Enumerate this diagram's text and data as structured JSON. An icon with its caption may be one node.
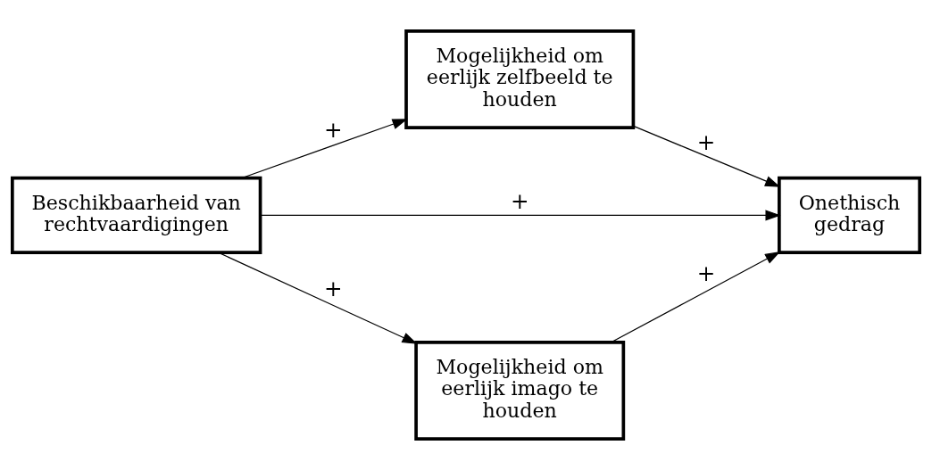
{
  "diagram": {
    "nodes": [
      {
        "text": [
          "Beschikbaarheid van rechtvaardigingen"
        ]
      },
      {
        "text": [
          "Mogelijkheid om eerlijk zelfbeeld te houden"
        ]
      },
      {
        "text": [
          "Onethisch gedrag"
        ]
      },
      {
        "text": [
          "Mogelijkheid om eerlijk imago te houden"
        ]
      }
    ],
    "edges": [
      {
        "from": 0,
        "to": 1,
        "arrow": "to",
        "label": "+"
      },
      {
        "from": 0,
        "to": 2,
        "arrow": "to",
        "label": "+"
      },
      {
        "from": 0,
        "to": 3,
        "arrow": "to",
        "label": "+"
      },
      {
        "from": 1,
        "to": 2,
        "arrow": "to",
        "label": "+"
      },
      {
        "from": 3,
        "to": 2,
        "arrow": "to",
        "label": "+"
      }
    ]
  }
}
